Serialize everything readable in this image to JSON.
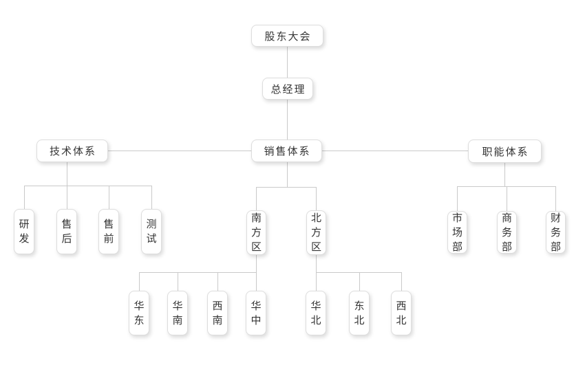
{
  "colors": {
    "background": "#ffffff",
    "node_background": "#ffffff",
    "node_border": "#dddddd",
    "connector_line": "#c9c9c9",
    "text": "#333333"
  },
  "nodes": {
    "shareholders": "股东大会",
    "general_manager": "总经理",
    "tech_system": "技术体系",
    "sales_system": "销售体系",
    "functional_system": "职能体系",
    "rnd": "研发",
    "after_sales": "售后",
    "pre_sales": "售前",
    "testing": "测试",
    "south_region": "南方区",
    "north_region": "北方区",
    "east_china": "华东",
    "south_china": "华南",
    "southwest_china": "西南",
    "central_china": "华中",
    "north_china": "华北",
    "northeast_china": "东北",
    "northwest_china": "西北",
    "marketing_dept": "市场部",
    "business_dept": "商务部",
    "finance_dept": "财务部"
  },
  "hierarchy": {
    "股东大会": {
      "总经理": {
        "技术体系": [
          "研发",
          "售后",
          "售前",
          "测试"
        ],
        "销售体系": {
          "南方区": [
            "华东",
            "华南",
            "西南",
            "华中"
          ],
          "北方区": [
            "华北",
            "东北",
            "西北"
          ]
        },
        "职能体系": [
          "市场部",
          "商务部",
          "财务部"
        ]
      }
    }
  }
}
